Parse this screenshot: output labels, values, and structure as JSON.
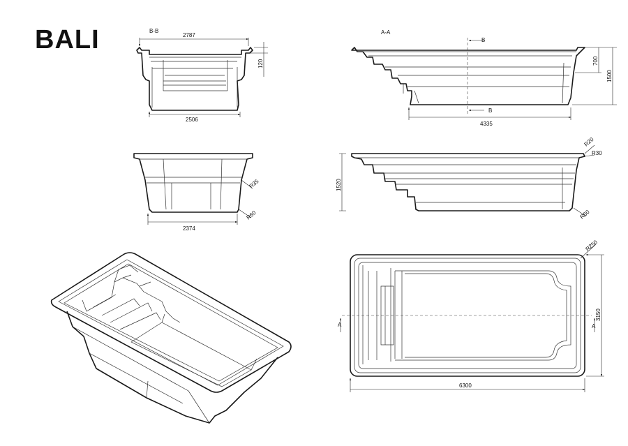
{
  "title": "BALI",
  "sections": {
    "bb": "B-B",
    "aa": "A-A"
  },
  "cut_marks": {
    "b_top": "B",
    "b_bottom": "B",
    "a_left": "A",
    "a_right": "A"
  },
  "dimensions": {
    "bb_top_width": "2787",
    "bb_rim_height": "120",
    "bb_bottom_width": "2506",
    "aa_width": "4335",
    "aa_step_depth": "700",
    "aa_total_depth": "1500",
    "side_bottom_width": "2374",
    "side_radius_upper": "R35",
    "side_radius_lower": "R60",
    "long_height": "1520",
    "long_radius_rim1": "R20",
    "long_radius_rim2": "R30",
    "long_radius_bottom": "R60",
    "plan_length": "6300",
    "plan_width": "3150",
    "plan_corner_radius": "R250"
  }
}
